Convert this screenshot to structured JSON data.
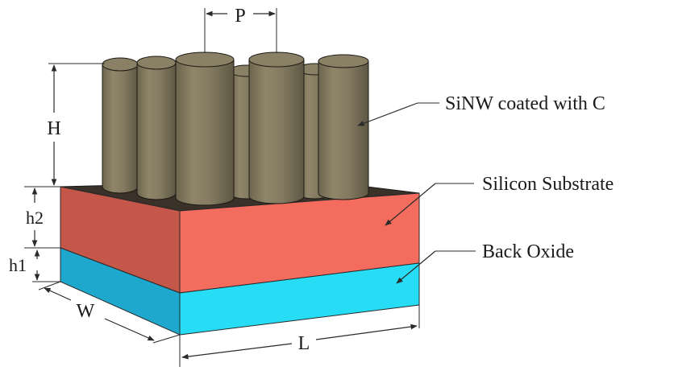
{
  "labels": {
    "pitch": "P",
    "height": "H",
    "substrate_thickness": "h2",
    "oxide_thickness": "h1",
    "width": "W",
    "length": "L"
  },
  "callouts": {
    "nanowire": "SiNW coated with C",
    "substrate": "Silicon Substrate",
    "oxide": "Back Oxide"
  },
  "colors": {
    "nanowire": "#847a61",
    "top_surface": "#3a3128",
    "substrate_front": "#f36c5e",
    "substrate_side": "#c5564a",
    "oxide_front": "#27dcf5",
    "oxide_side": "#1fa8cd",
    "dimension_line": "#2a2a2a"
  }
}
